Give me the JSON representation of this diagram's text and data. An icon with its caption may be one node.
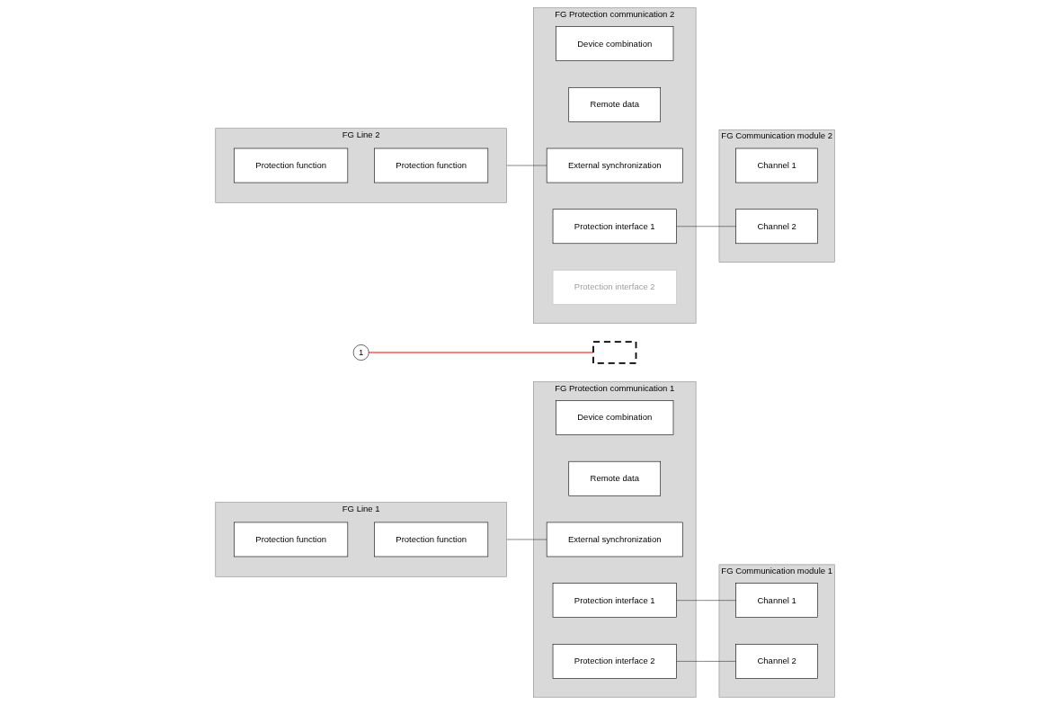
{
  "diagram": {
    "nodes": [
      {
        "text": [
          "FG Line 1"
        ]
      },
      {
        "text": [
          "Protection function"
        ],
        "in": 0
      },
      {
        "text": [
          "Protection function"
        ],
        "in": 0
      },
      {
        "text": [
          "FG Protection communication 1"
        ]
      },
      {
        "text": [
          "Device combination"
        ],
        "in": 3
      },
      {
        "text": [
          "Remote data"
        ],
        "in": 3
      },
      {
        "text": [
          "External synchronization"
        ],
        "in": 3
      },
      {
        "text": [
          "Protection interface 1"
        ],
        "in": 3
      },
      {
        "text": [
          "Protection interface 2"
        ],
        "in": 3
      },
      {
        "text": [
          "FG Communication module 1"
        ]
      },
      {
        "text": [
          "Channel 1"
        ],
        "in": 9
      },
      {
        "text": [
          "Channel 2"
        ],
        "in": 9
      },
      {
        "text": [
          "FG Line 2"
        ]
      },
      {
        "text": [
          "Protection function"
        ],
        "in": 12
      },
      {
        "text": [
          "Protection function"
        ],
        "in": 12
      },
      {
        "text": [
          "FG Protection communication 2"
        ]
      },
      {
        "text": [
          "Device combination"
        ],
        "in": 15
      },
      {
        "text": [
          "Remote data"
        ],
        "in": 15
      },
      {
        "text": [
          "External synchronization"
        ],
        "in": 15
      },
      {
        "text": [
          "Protection interface 1"
        ],
        "in": 15
      },
      {
        "text": [
          "Protection interface 2"
        ],
        "in": 15
      },
      {
        "text": [
          "FG Communication module 2"
        ]
      },
      {
        "text": [
          "Channel 1"
        ],
        "in": 21
      },
      {
        "text": [
          "Channel 2"
        ],
        "in": 21
      },
      {
        "text": [],
        "shape": "bar"
      },
      {
        "text": [
          "1"
        ]
      }
    ],
    "edges": [
      {
        "from": 0,
        "to": 6,
        "arrow": "none"
      },
      {
        "from": 7,
        "to": 10,
        "arrow": "none"
      },
      {
        "from": 8,
        "to": 11,
        "arrow": "none"
      },
      {
        "from": 12,
        "to": 18,
        "arrow": "none"
      },
      {
        "from": 19,
        "to": 23,
        "arrow": "none"
      },
      {
        "from": 25,
        "to": 24,
        "arrow": "none",
        "color": "#ff0000"
      }
    ]
  }
}
